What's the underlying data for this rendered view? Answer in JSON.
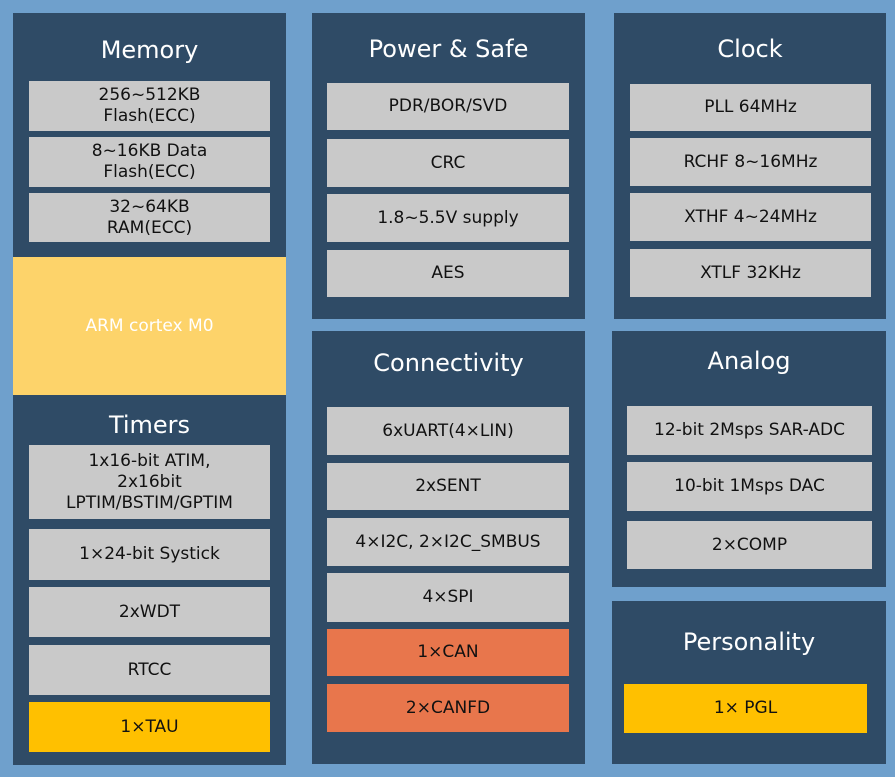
{
  "colors": {
    "background": "#6fa0cc",
    "panel": "#2f4b66",
    "box": "#c9c9c9",
    "core": "#fdd36a",
    "highlight_yellow": "#ffc000",
    "highlight_orange": "#e8764c"
  },
  "memory": {
    "title": "Memory",
    "items": [
      "256~512KB\nFlash(ECC)",
      "8~16KB Data\nFlash(ECC)",
      "32~64KB\nRAM(ECC)"
    ]
  },
  "core": {
    "label": "ARM cortex M0"
  },
  "timers": {
    "title": "Timers",
    "items": [
      "1x16-bit ATIM,\n2x16bit\nLPTIM/BSTIM/GPTIM",
      "1×24-bit Systick",
      "2xWDT",
      "RTCC",
      "1×TAU"
    ]
  },
  "power": {
    "title": "Power & Safe",
    "items": [
      "PDR/BOR/SVD",
      "CRC",
      "1.8~5.5V supply",
      "AES"
    ]
  },
  "clock": {
    "title": "Clock",
    "items": [
      "PLL 64MHz",
      "RCHF 8~16MHz",
      "XTHF 4~24MHz",
      "XTLF 32KHz"
    ]
  },
  "connectivity": {
    "title": "Connectivity",
    "items": [
      "6xUART(4×LIN)",
      "2xSENT",
      "4×I2C, 2×I2C_SMBUS",
      "4×SPI",
      "1×CAN",
      "2×CANFD"
    ]
  },
  "analog": {
    "title": "Analog",
    "items": [
      "12-bit 2Msps SAR-ADC",
      "10-bit 1Msps DAC",
      "2×COMP"
    ]
  },
  "personality": {
    "title": "Personality",
    "items": [
      "1× PGL"
    ]
  }
}
